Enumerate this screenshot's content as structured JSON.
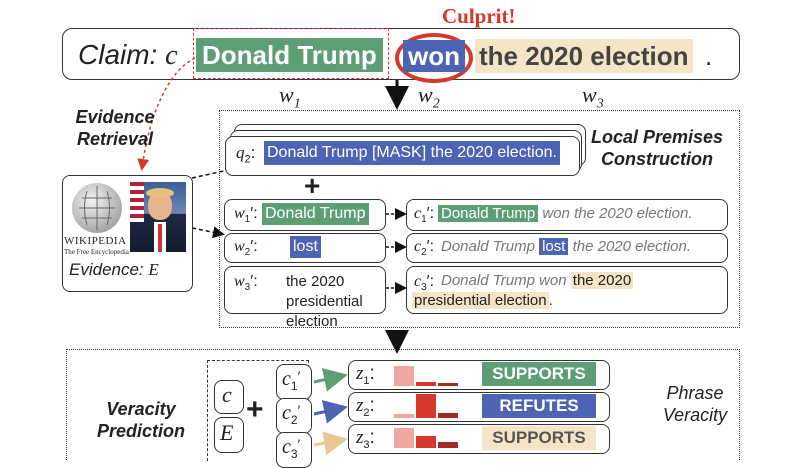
{
  "claim": {
    "prefix": "Claim: ",
    "var": "c",
    "entity": "Donald Trump",
    "verb": "won",
    "object": "the 2020 election",
    "period": ".",
    "w1": "w",
    "w1_sub": "1",
    "w2": "w",
    "w2_sub": "2",
    "w3": "w",
    "w3_sub": "3"
  },
  "culprit": "Culprit!",
  "evidence_retrieval": "Evidence\nRetrieval",
  "evidence": {
    "logo_title": "WIKIPEDIA",
    "logo_sub": "The Free Encyclopedia",
    "label": "Evidence: ",
    "var": "E"
  },
  "local_premises_title": "Local Premises\nConstruction",
  "question": {
    "label": "q",
    "sub": "2",
    "text": "Donald Trump [MASK] the 2020 election."
  },
  "premises": [
    {
      "w_sub": "1",
      "w_text": "Donald Trump",
      "c_sub": "1",
      "c_hl": "Donald Trump",
      "c_rest": " won the 2020 election."
    },
    {
      "w_sub": "2",
      "w_text": "lost",
      "c_pre": "Donald Trump ",
      "c_hl": "lost",
      "c_rest": " the 2020 election."
    },
    {
      "w_sub": "3",
      "w_text": "the 2020 presidential election",
      "c_pre": "Donald Trump won ",
      "c_hl": "the 2020 presidential election",
      "c_rest": "."
    }
  ],
  "veracity_prediction": "Veracity\nPrediction",
  "phrase_veracity": "Phrase\nVeracity",
  "inputs": {
    "c": "c",
    "E": "E"
  },
  "verdicts": [
    {
      "z_sub": "1",
      "label": "SUPPORTS"
    },
    {
      "z_sub": "2",
      "label": "REFUTES"
    },
    {
      "z_sub": "3",
      "label": "SUPPORTS"
    }
  ],
  "colors": {
    "green": "#5e9e74",
    "blue": "#4d64b5",
    "beige": "#f6e4c6",
    "red": "#d6382c",
    "culprit_red": "#d33a2c"
  }
}
